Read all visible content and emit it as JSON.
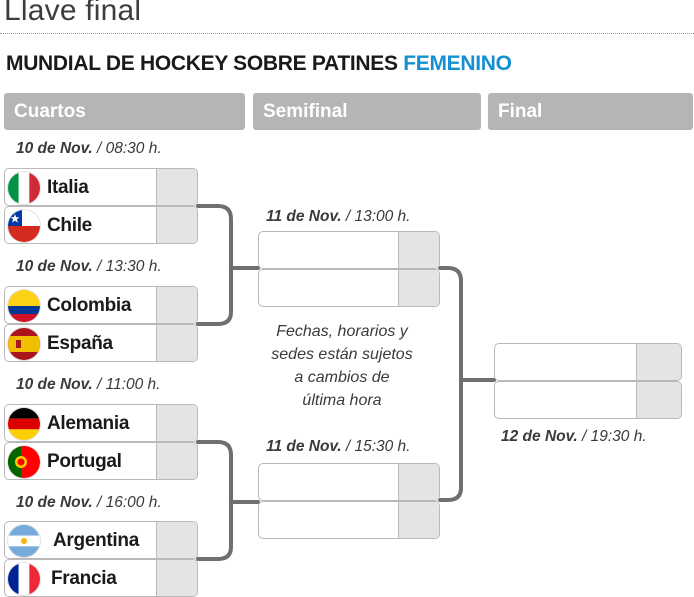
{
  "title": "Llave final",
  "subtitle": {
    "main": "MUNDIAL DE HOCKEY SOBRE PATINES",
    "accent": "FEMENINO",
    "accent_color": "#1490d2"
  },
  "rounds": {
    "quarterfinals": "Cuartos",
    "semifinals": "Semifinal",
    "final": "Final"
  },
  "quarterfinals": [
    {
      "date": "10 de Nov.",
      "time": "/ 08:30 h.",
      "teams": [
        {
          "name": "Italia",
          "flag": "italy-flag",
          "score": ""
        },
        {
          "name": "Chile",
          "flag": "chile-flag",
          "score": ""
        }
      ]
    },
    {
      "date": "10 de Nov.",
      "time": "/ 13:30 h.",
      "teams": [
        {
          "name": "Colombia",
          "flag": "colombia-flag",
          "score": ""
        },
        {
          "name": "España",
          "flag": "spain-flag",
          "score": ""
        }
      ]
    },
    {
      "date": "10 de Nov.",
      "time": "/ 11:00 h.",
      "teams": [
        {
          "name": "Alemania",
          "flag": "germany-flag",
          "score": ""
        },
        {
          "name": "Portugal",
          "flag": "portugal-flag",
          "score": ""
        }
      ]
    },
    {
      "date": "10 de Nov.",
      "time": "/ 16:00 h.",
      "teams": [
        {
          "name": "Argentina",
          "flag": "argentina-flag",
          "score": ""
        },
        {
          "name": "Francia",
          "flag": "france-flag",
          "score": ""
        }
      ]
    }
  ],
  "semifinals": [
    {
      "date": "11 de Nov.",
      "time": "/ 13:00 h."
    },
    {
      "date": "11 de Nov.",
      "time": "/ 15:30 h."
    }
  ],
  "final": {
    "date": "12 de Nov.",
    "time": "/ 19:30 h."
  },
  "note": [
    "Fechas, horarios y",
    "sedes están sujetos",
    "a cambios de",
    "última hora"
  ],
  "colors": {
    "header_bg": "#b5b5b5",
    "score_bg": "#e4e4e4",
    "connector": "#6f6f6f",
    "accent": "#1490d2"
  }
}
